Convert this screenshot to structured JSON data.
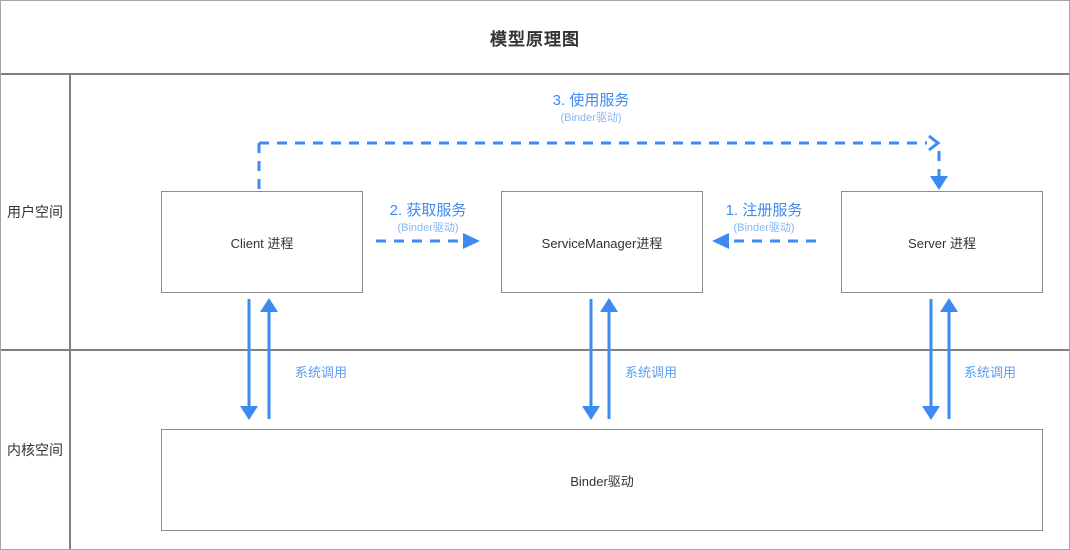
{
  "title": "模型原理图",
  "lanes": {
    "user": {
      "label": "用户空间"
    },
    "kernel": {
      "label": "内核空间"
    }
  },
  "nodes": {
    "client": {
      "label": "Client 进程"
    },
    "service_manager": {
      "label": "ServiceManager进程"
    },
    "server": {
      "label": "Server 进程"
    },
    "binder_driver": {
      "label": "Binder驱动"
    }
  },
  "edges": {
    "use_service": {
      "label": "3. 使用服务",
      "sublabel": "(Binder驱动)"
    },
    "get_service": {
      "label": "2. 获取服务",
      "sublabel": "(Binder驱动)"
    },
    "register_service": {
      "label": "1. 注册服务",
      "sublabel": "(Binder驱动)"
    },
    "syscall_client": {
      "label": "系统调用"
    },
    "syscall_service_manager": {
      "label": "系统调用"
    },
    "syscall_server": {
      "label": "系统调用"
    }
  },
  "colors": {
    "accent": "#3d8bf2",
    "accent_light": "#5c9df3",
    "accent_lighter": "#85b6f6",
    "line": "#808080",
    "node_border": "#8c8c8c",
    "text": "#333333"
  }
}
